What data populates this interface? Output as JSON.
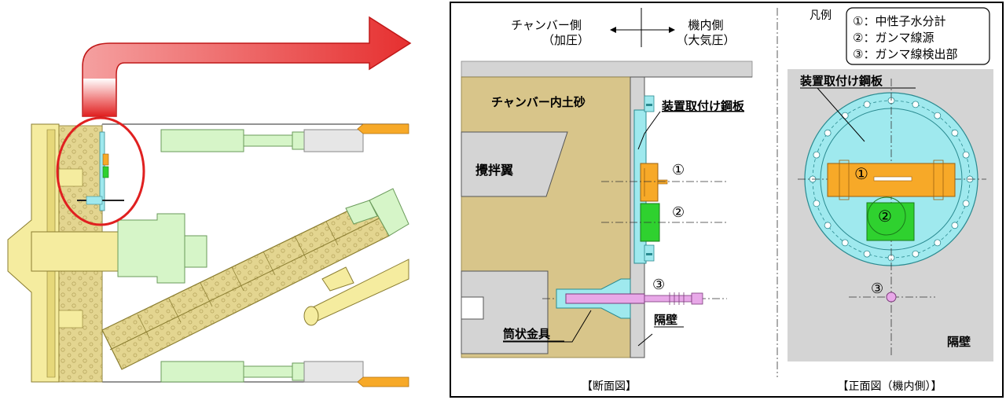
{
  "left_panel": {},
  "section_view": {
    "side_chamber": "チャンバー側",
    "side_chamber_sub": "（加圧）",
    "side_machine": "機内側",
    "side_machine_sub": "（大気圧）",
    "chamber_soil": "チャンバー内土砂",
    "mixing_blade": "攪拌翼",
    "mount_plate": "装置取付け鋼板",
    "marker_1": "①",
    "marker_2": "②",
    "marker_3": "③",
    "tube_fitting": "筒状金具",
    "bulkhead": "隔壁",
    "caption": "【断面図】"
  },
  "front_view": {
    "legend_title": "凡例",
    "legend_items": [
      "①：中性子水分計",
      "②：ガンマ線源",
      "③：ガンマ線検出部"
    ],
    "mount_plate": "装置取付け鋼板",
    "marker_1": "①",
    "marker_2": "②",
    "marker_3": "③",
    "bulkhead": "隔壁",
    "caption": "【正面図（機内側）】"
  },
  "colors": {
    "soil": "#d8c58a",
    "machine_yellow": "#f5ec9f",
    "cyan": "#9fe9ee",
    "orange": "#f7a928",
    "green": "#2fd12f",
    "pink": "#e8a8e8",
    "gray": "#d4d4d4",
    "red": "#e02020"
  }
}
